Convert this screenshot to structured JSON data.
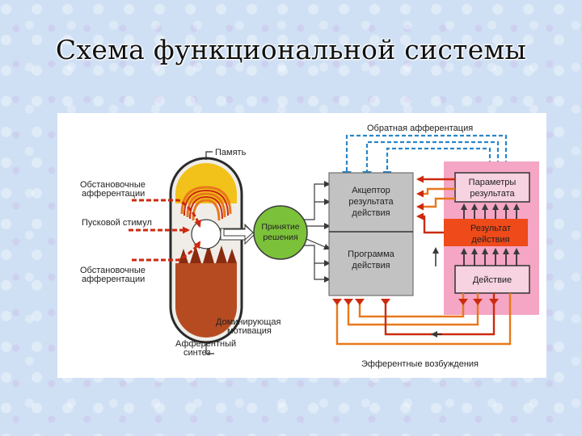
{
  "title": "Схема функциональной системы",
  "diagram": {
    "labels": {
      "feedback": "Обратная афферентация",
      "memory": "Память",
      "situational_top_1": "Обстановочные",
      "situational_top_2": "афферентации",
      "trigger": "Пусковой стимул",
      "situational_bottom_1": "Обстановочные",
      "situational_bottom_2": "афферентации",
      "dominant_1": "Доминирующая",
      "dominant_2": "мотивация",
      "afferent_1": "Афферентный",
      "afferent_2": "синтез",
      "decision_1": "Принятие",
      "decision_2": "решения",
      "acceptor_1": "Акцептор",
      "acceptor_2": "результата",
      "acceptor_3": "действия",
      "program_1": "Программа",
      "program_2": "действия",
      "params_1": "Параметры",
      "params_2": "результата",
      "result_1": "Результат",
      "result_2": "действия",
      "action": "Действие",
      "efferent": "Эфферентные возбуждения"
    },
    "colors": {
      "orange": "#e8781c",
      "red": "#cc2a0f",
      "yellow": "#f2c21a",
      "blue": "#2a86c8",
      "green": "#7cc13a",
      "gray": "#c2c2c2",
      "pink": "#f5a6c4",
      "dark": "#3a3a3a"
    }
  }
}
